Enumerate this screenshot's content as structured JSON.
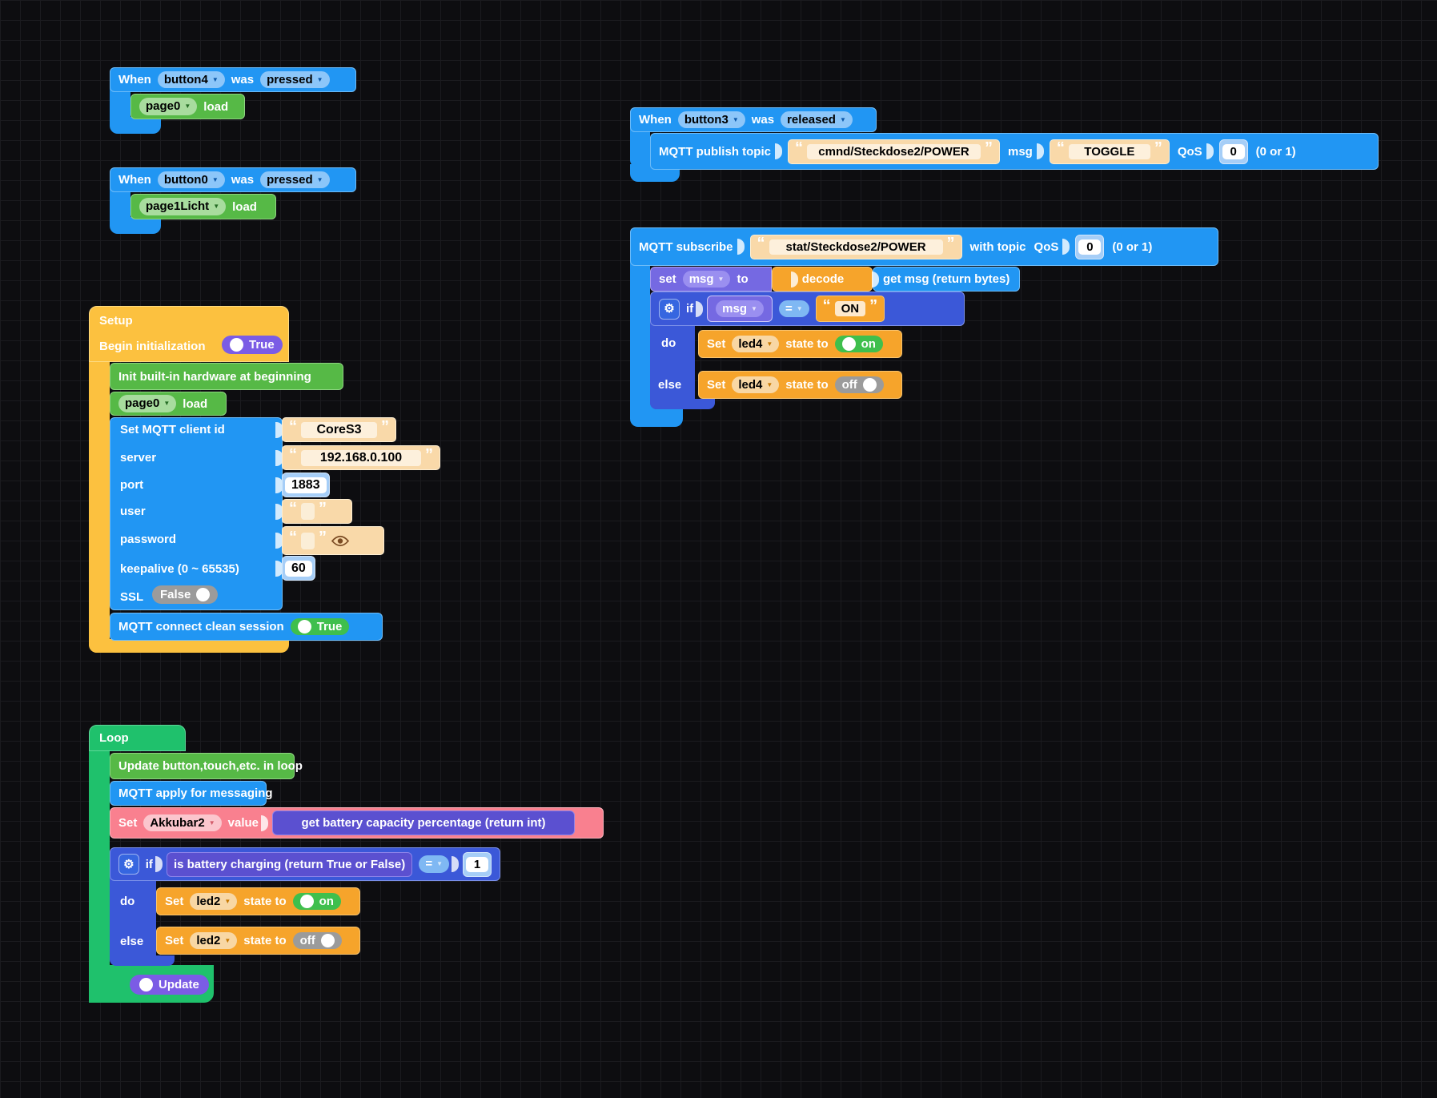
{
  "palette": {
    "workspace_bg": "#0d0d10",
    "grid_line": "#1b1b1f",
    "event_blue": "#2196f3",
    "logic_blue": "#3b58d8",
    "statement_green": "#56b946",
    "loop_green": "#1fc16c",
    "setup_yellow": "#fcc13f",
    "ui_orange": "#f6a42b",
    "variable_purple": "#7569e2",
    "reporter_purple": "#5b50d0",
    "set_pink": "#f9808f",
    "string_wheat": "#f9d9a9",
    "toggle_on_green": "#3fbf4d",
    "toggle_off_gray": "#9b9b9b",
    "toggle_purple": "#7b5ce5"
  },
  "ev_button4": {
    "when": "When",
    "button": "button4",
    "was": "was",
    "event": "pressed"
  },
  "ev_button4_body": {
    "page": "page0",
    "load": "load"
  },
  "ev_button0": {
    "when": "When",
    "button": "button0",
    "was": "was",
    "event": "pressed"
  },
  "ev_button0_body": {
    "page": "page1Licht",
    "load": "load"
  },
  "ev_button3": {
    "when": "When",
    "button": "button3",
    "was": "was",
    "event": "released"
  },
  "publish": {
    "label": "MQTT publish topic",
    "topic": "cmnd/Steckdose2/POWER",
    "msg_label": "msg",
    "msg_value": "TOGGLE",
    "qos_label": "QoS",
    "qos_value": "0",
    "qos_hint": "(0 or 1)"
  },
  "subscribe": {
    "label": "MQTT subscribe",
    "topic": "stat/Steckdose2/POWER",
    "with_topic": "with topic",
    "qos_label": "QoS",
    "qos_value": "0",
    "qos_hint": "(0 or 1)",
    "set_row": {
      "set": "set",
      "var": "msg",
      "to": "to",
      "decode": "decode",
      "get_msg": "get msg (return bytes)"
    },
    "if_block": {
      "if": "if",
      "var": "msg",
      "op": "=",
      "value": "ON",
      "do": "do",
      "else": "else",
      "do_set": {
        "set": "Set",
        "var": "led4",
        "state_to": "state to",
        "state": "on"
      },
      "else_set": {
        "set": "Set",
        "var": "led4",
        "state_to": "state to",
        "state": "off"
      }
    }
  },
  "setup": {
    "title": "Setup",
    "begin_label": "Begin initialization",
    "begin_value": "True",
    "init_hw": "Init built-in hardware at beginning",
    "page_body": {
      "page": "page0",
      "load": "load"
    },
    "client_id_label": "Set MQTT client id",
    "client_id": "CoreS3",
    "server_label": "server",
    "server": "192.168.0.100",
    "port_label": "port",
    "port": "1883",
    "user_label": "user",
    "password_label": "password",
    "keepalive_label": "keepalive (0 ~ 65535)",
    "keepalive": "60",
    "ssl_label": "SSL",
    "ssl_value": "False",
    "clean_label": "MQTT connect clean session",
    "clean_value": "True"
  },
  "loop": {
    "title": "Loop",
    "update_hw": "Update button,touch,etc. in loop",
    "mqtt_apply": "MQTT apply for messaging",
    "set_row": {
      "set": "Set",
      "var": "Akkubar2",
      "value_label": "value",
      "expr": "get battery capacity percentage (return int)"
    },
    "if_block": {
      "if": "if",
      "cond": "is battery charging (return True or False)",
      "op": "=",
      "value": "1",
      "do": "do",
      "else": "else",
      "do_set": {
        "set": "Set",
        "var": "led2",
        "state_to": "state to",
        "state": "on"
      },
      "else_set": {
        "set": "Set",
        "var": "led2",
        "state_to": "state to",
        "state": "off"
      }
    },
    "update_toggle": "Update"
  }
}
